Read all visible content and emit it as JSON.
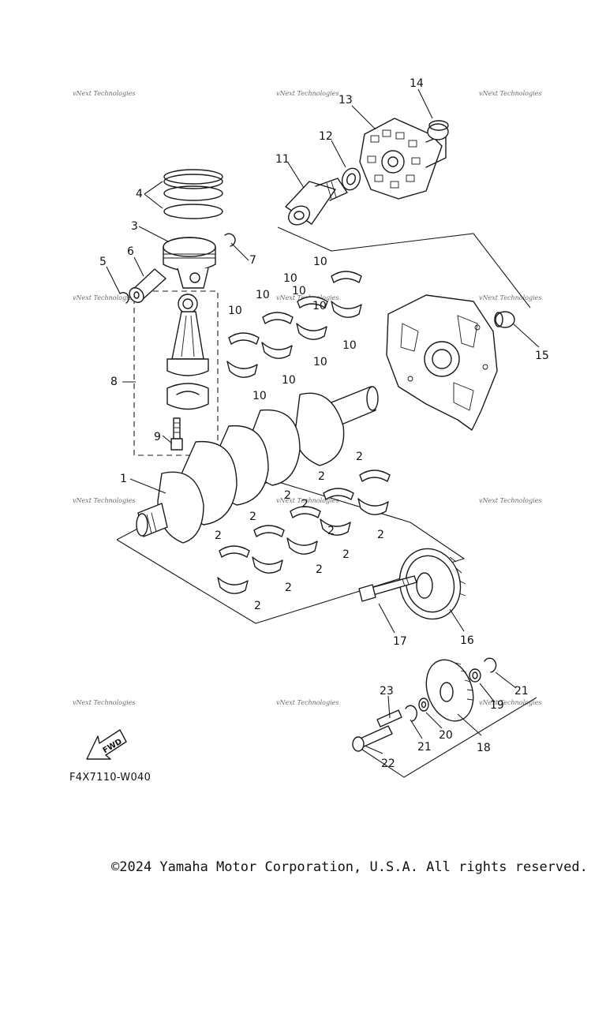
{
  "diagram": {
    "code": "F4X7110-W040",
    "fwd_label": "FWD",
    "watermark": "vNext Technologies",
    "copyright": "©2024 Yamaha Motor Corporation, U.S.A. All rights reserved.",
    "callouts": {
      "c1": "1",
      "c2a": "2",
      "c2b": "2",
      "c2c": "2",
      "c2d": "2",
      "c2e": "2",
      "c2f": "2",
      "c2g": "2",
      "c2h": "2",
      "c2i": "2",
      "c2j": "2",
      "c2k": "2",
      "c2l": "2",
      "c3": "3",
      "c4": "4",
      "c5": "5",
      "c6": "6",
      "c7": "7",
      "c8": "8",
      "c9": "9",
      "c10a": "10",
      "c10b": "10",
      "c10c": "10",
      "c10d": "10",
      "c10e": "10",
      "c10f": "10",
      "c10g": "10",
      "c10h": "10",
      "c10i": "10",
      "c10j": "10",
      "c11": "11",
      "c12": "12",
      "c13": "13",
      "c14": "14",
      "c15": "15",
      "c16": "16",
      "c17": "17",
      "c18": "18",
      "c19": "19",
      "c20": "20",
      "c21a": "21",
      "c21b": "21",
      "c22": "22",
      "c23": "23"
    }
  }
}
